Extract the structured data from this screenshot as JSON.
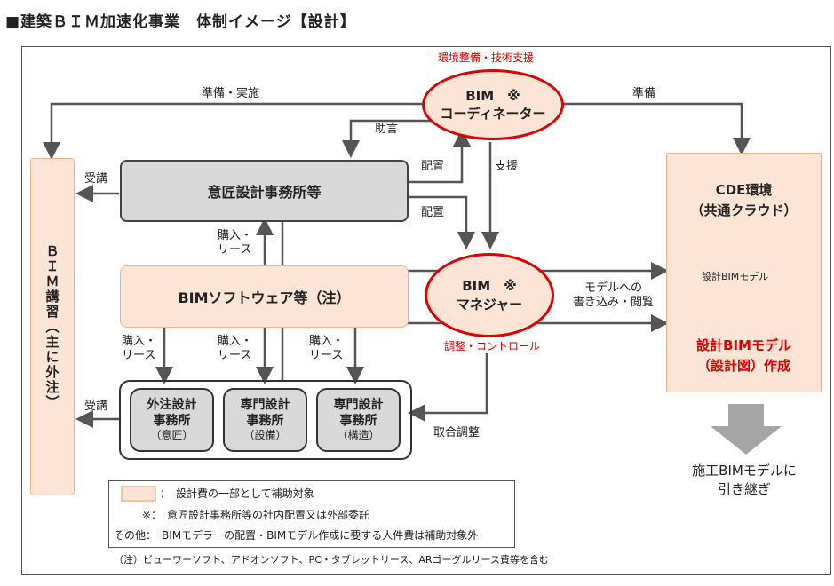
{
  "title": "■建築ＢＩＭ加速化事業　体制イメージ【設計】",
  "coordinator": {
    "top_note": "環境整備・技術支援",
    "line1": "BIM　※",
    "line2": "コーディネーター"
  },
  "manager": {
    "line1": "BIM　※",
    "line2": "マネジャー",
    "bottom_note": "調整・コントロール"
  },
  "design_office": "意匠設計事務所等",
  "software": "BIMソフトウェア等（注）",
  "training_box": "ＢＩＭ講習（主に外注）",
  "sub_offices": [
    {
      "line1": "外注設計",
      "line2": "事務所",
      "note": "（意匠）"
    },
    {
      "line1": "専門設計",
      "line2": "事務所",
      "note": "（設備）"
    },
    {
      "line1": "専門設計",
      "line2": "事務所",
      "note": "（構造）"
    }
  ],
  "cde": {
    "title1": "CDE環境",
    "title2": "（共通クラウド）",
    "cube_label": "設計BIMモデル",
    "output1": "設計BIMモデル",
    "output2": "（設計図）作成"
  },
  "handover": {
    "line1": "施工BIMモデルに",
    "line2": "引き継ぎ"
  },
  "arrow_labels": {
    "prep_impl": "準備・実施",
    "prep": "準備",
    "advice": "助言",
    "assign1": "配置",
    "assign2": "配置",
    "support": "支援",
    "attend1": "受講",
    "attend2": "受講",
    "purchase_main1": "購入・",
    "purchase_main2": "リース",
    "purchase_a1": "購入・",
    "purchase_a2": "リース",
    "purchase_b1": "購入・",
    "purchase_b2": "リース",
    "purchase_c1": "購入・",
    "purchase_c2": "リース",
    "model_write1": "モデルへの",
    "model_write2": "書き込み・閲覧",
    "coordination": "取合調整"
  },
  "legend": {
    "item1": "：　設計費の一部として補助対象",
    "item2": "※：　意匠設計事務所等の社内配置又は外部委託",
    "item3": "その他：　BIMモデラーの配置・BIMモデル作成に要する人件費は補助対象外"
  },
  "footnote": "（注）ビューワーソフト、アドオンソフト、PC・タブレットリース、ARゴーグルリース費等を含む",
  "colors": {
    "accent_red": "#e00000",
    "beige": "#fce4d6",
    "gray": "#d9d9d9"
  }
}
